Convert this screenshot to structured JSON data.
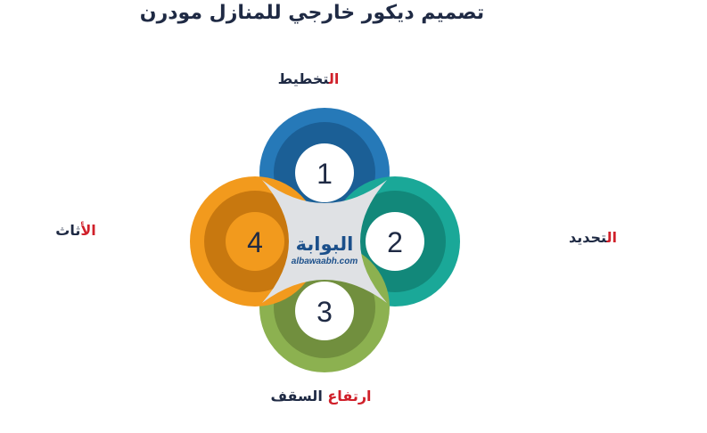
{
  "title": "تصميم ديكور خارجي للمنازل مودرن",
  "colors": {
    "blue": "#2679b8",
    "teal": "#1aa898",
    "green": "#8cb150",
    "orange": "#f29a1d",
    "center": "#dfe1e4",
    "accent": "#d0202a",
    "text": "#1f2a44"
  },
  "steps": [
    {
      "number": "1",
      "label_accent": "ال",
      "label_rest": "تخطيط"
    },
    {
      "number": "2",
      "label_accent": "ال",
      "label_rest": "تحديد"
    },
    {
      "number": "3",
      "label_accent": "ارتفاع",
      "label_rest": " السقف"
    },
    {
      "number": "4",
      "label_accent": "ال",
      "label_rest": "أثاث"
    }
  ],
  "logo": {
    "arabic": "البوابة",
    "domain": "albawaabh.com"
  }
}
